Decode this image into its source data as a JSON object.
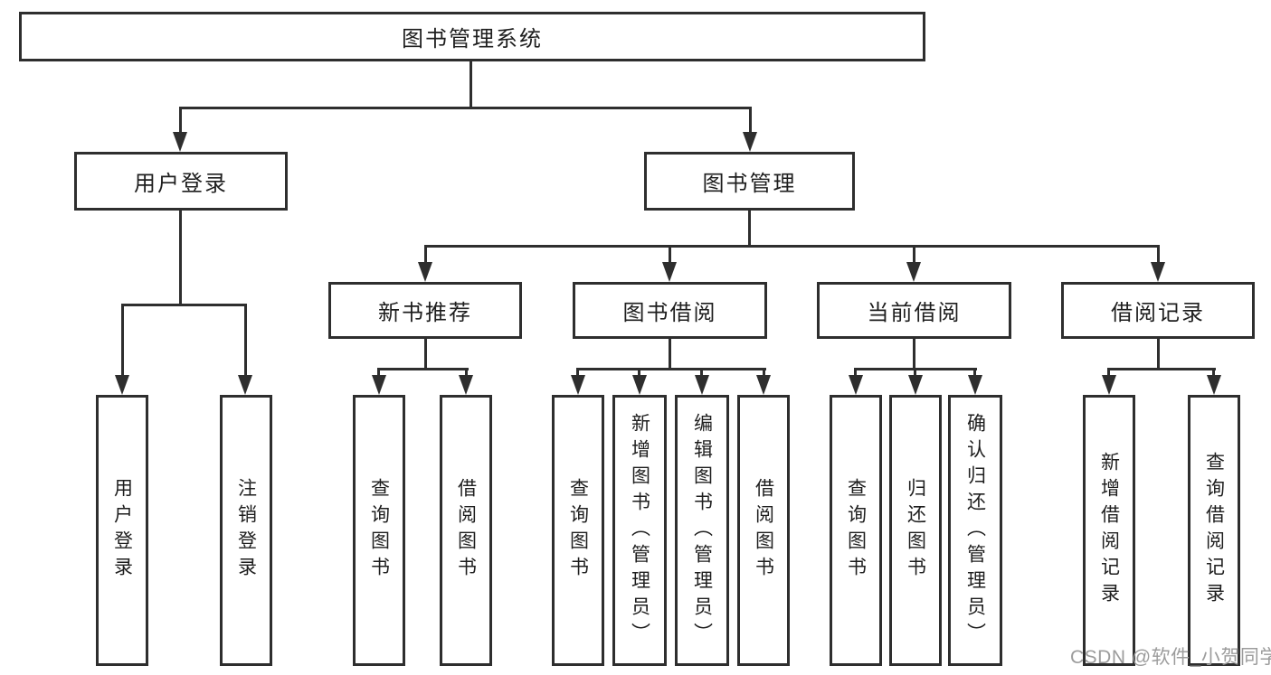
{
  "root": {
    "label": "图书管理系统"
  },
  "level2": [
    {
      "label": "用户登录"
    },
    {
      "label": "图书管理"
    }
  ],
  "level3": [
    {
      "label": "新书推荐",
      "parent": "图书管理"
    },
    {
      "label": "图书借阅",
      "parent": "图书管理"
    },
    {
      "label": "当前借阅",
      "parent": "图书管理"
    },
    {
      "label": "借阅记录",
      "parent": "图书管理"
    }
  ],
  "leaves": [
    {
      "label": "用户登录",
      "parent": "用户登录"
    },
    {
      "label": "注销登录",
      "parent": "用户登录"
    },
    {
      "label": "查询图书",
      "parent": "新书推荐"
    },
    {
      "label": "借阅图书",
      "parent": "新书推荐"
    },
    {
      "label": "查询图书",
      "parent": "图书借阅"
    },
    {
      "label": "新增图书（管理员）",
      "parent": "图书借阅"
    },
    {
      "label": "编辑图书（管理员）",
      "parent": "图书借阅"
    },
    {
      "label": "借阅图书",
      "parent": "图书借阅"
    },
    {
      "label": "查询图书",
      "parent": "当前借阅"
    },
    {
      "label": "归还图书",
      "parent": "当前借阅"
    },
    {
      "label": "确认归还（管理员）",
      "parent": "当前借阅"
    },
    {
      "label": "新增借阅记录",
      "parent": "借阅记录"
    },
    {
      "label": "查询借阅记录",
      "parent": "借阅记录"
    }
  ],
  "watermark": "CSDN @软件_小贺同学",
  "colors": {
    "background": "#ffffff",
    "border": "#2e2e2e",
    "line": "#2e2e2e",
    "text": "#1e1e1e",
    "watermark": "#9c9c9c"
  }
}
